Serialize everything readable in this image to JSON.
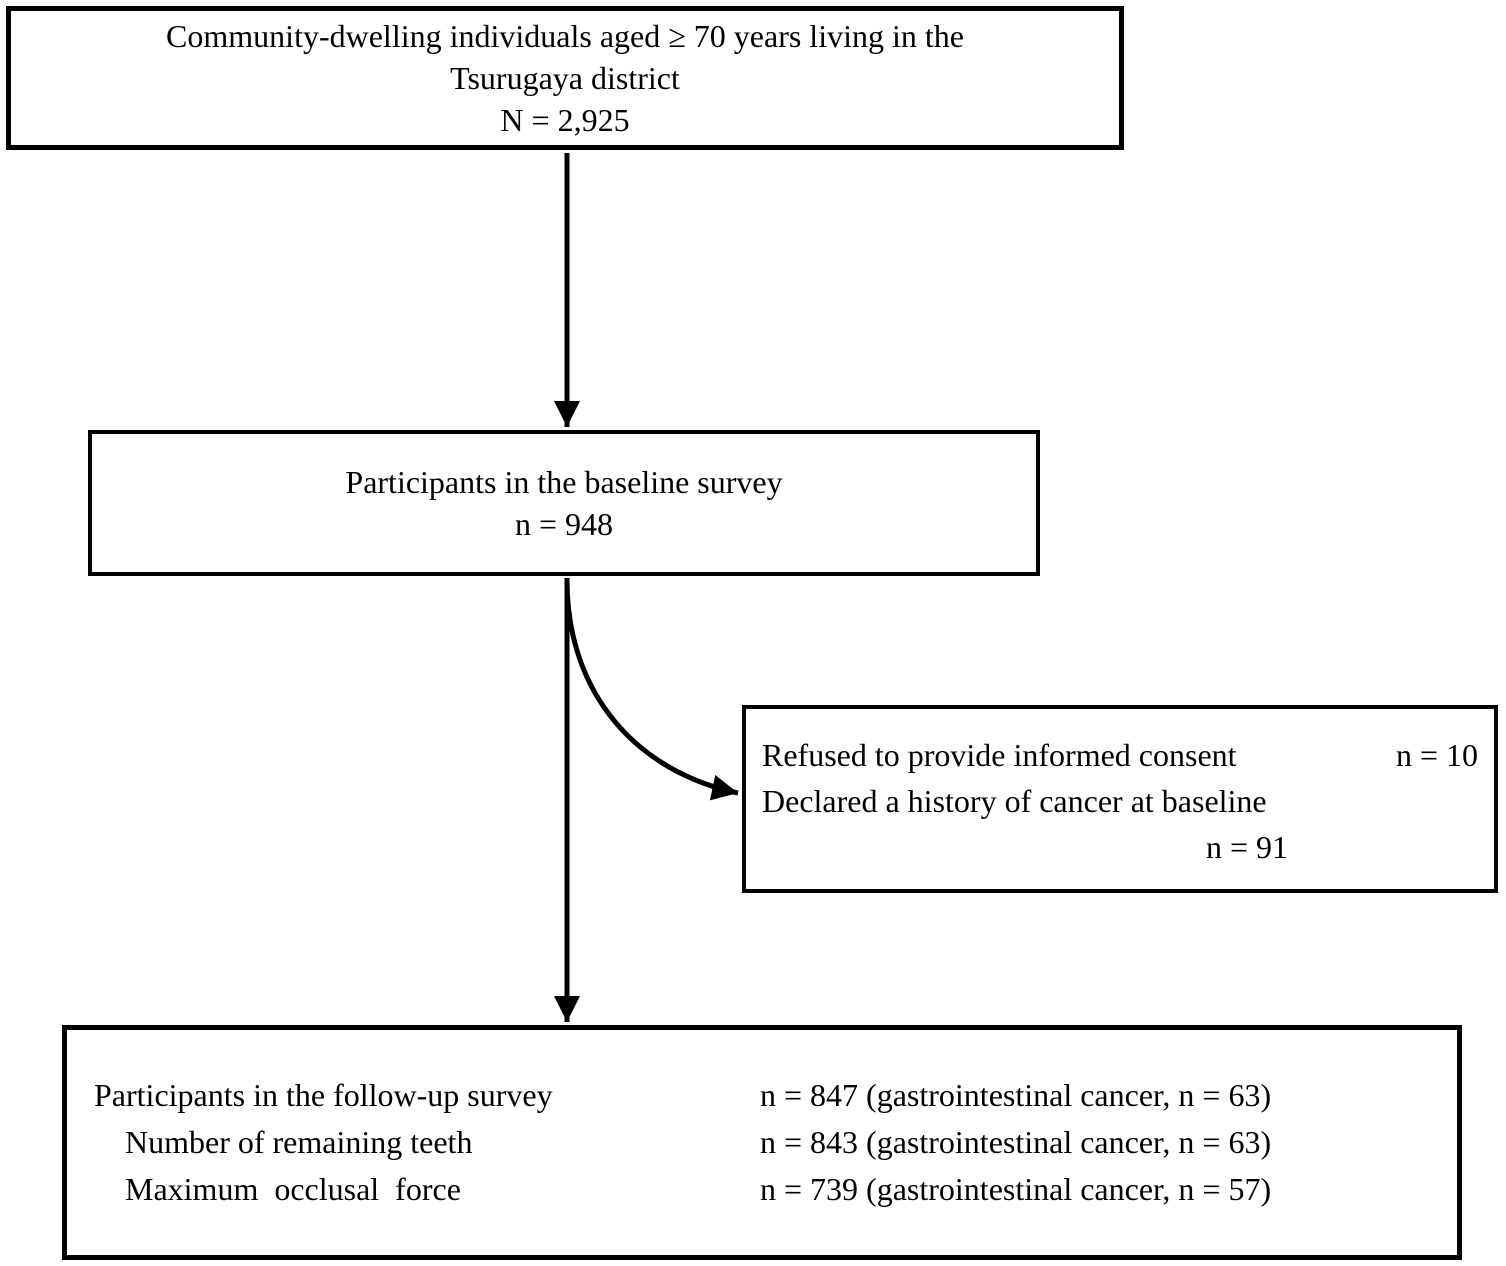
{
  "diagram": {
    "type": "participant-flow-chart",
    "colors": {
      "background": "#ffffff",
      "box_border": "#000000",
      "text": "#000000",
      "arrow": "#000000"
    },
    "box_population": {
      "line1": "Community-dwelling individuals aged ≥ 70 years living in the",
      "line2": "Tsurugaya district",
      "count": "N = 2,925"
    },
    "box_baseline": {
      "line1": "Participants in the baseline survey",
      "count": "n = 948"
    },
    "box_excluded": {
      "reason1_label": "Refused to provide informed consent",
      "reason1_value": "n = 10",
      "reason2_label": "Declared a history of cancer at baseline",
      "reason2_value": "n = 91"
    },
    "box_followup": {
      "rows": [
        {
          "label": "Participants in the follow-up survey",
          "value": "n = 847 (gastrointestinal cancer, n = 63)",
          "indent": false
        },
        {
          "label": "Number of remaining teeth",
          "value": "n = 843 (gastrointestinal cancer, n = 63)",
          "indent": true
        },
        {
          "label": "Maximum  occlusal  force",
          "value": "n = 739 (gastrointestinal cancer, n = 57)",
          "indent": true
        }
      ]
    }
  }
}
